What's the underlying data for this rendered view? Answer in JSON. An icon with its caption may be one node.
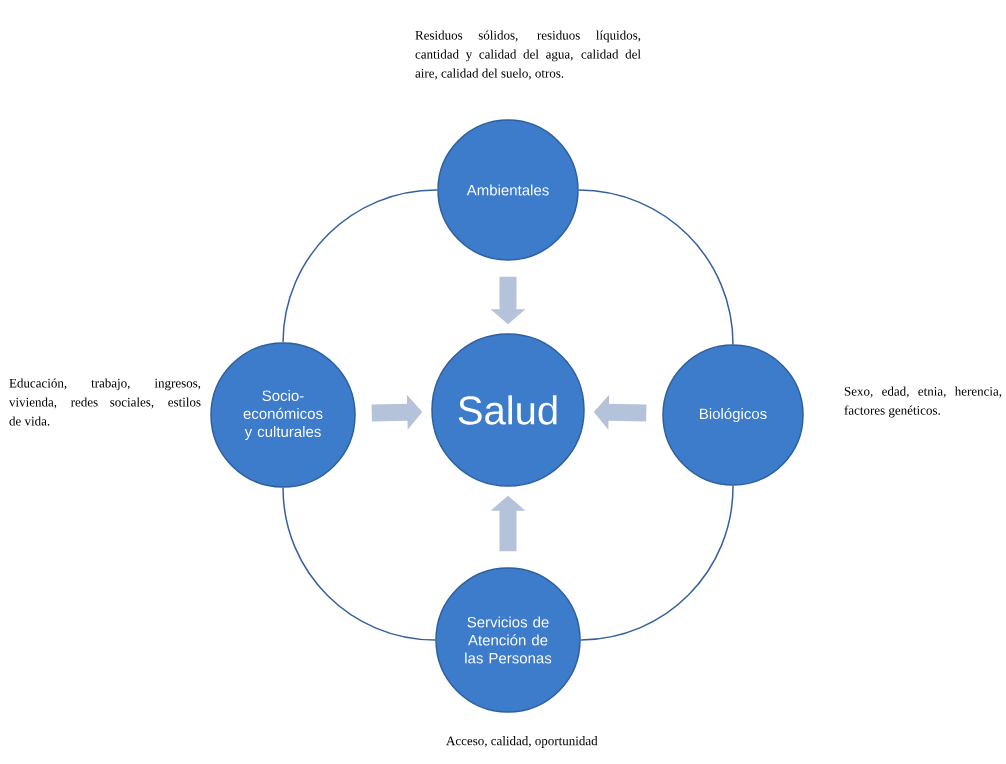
{
  "diagram": {
    "nodes": [
      {
        "text": [
          "Ambientales"
        ],
        "beside": [
          "Residuos sólidos, residuos líquidos, cantidad y calidad del agua, calidad del aire, calidad del suelo, otros."
        ]
      },
      {
        "text": [
          "Socio- económicos y culturales"
        ],
        "beside": [
          "Educación, trabajo, ingresos, vivienda, redes sociales, estilos de vida."
        ]
      },
      {
        "text": [
          "Salud"
        ]
      },
      {
        "text": [
          "Biológicos"
        ],
        "beside": [
          "Sexo, edad, etnia, herencia, factores genéticos."
        ]
      },
      {
        "text": [
          "Servicios de Atención de las Personas"
        ],
        "beside": [
          "Acceso, calidad, oportunidad"
        ]
      }
    ],
    "edges": [
      {
        "from": 0,
        "to": 3,
        "arrow": "none"
      },
      {
        "from": 3,
        "to": 4,
        "arrow": "none"
      },
      {
        "from": 4,
        "to": 1,
        "arrow": "none"
      },
      {
        "from": 1,
        "to": 0,
        "arrow": "none"
      },
      {
        "from": 0,
        "to": 2,
        "arrow": "to",
        "style": "thick",
        "color": "#b4c3d9"
      },
      {
        "from": 1,
        "to": 2,
        "arrow": "to",
        "style": "thick",
        "color": "#b4c3d9"
      },
      {
        "from": 3,
        "to": 2,
        "arrow": "to",
        "style": "thick",
        "color": "#b4c3d9"
      },
      {
        "from": 4,
        "to": 2,
        "arrow": "to",
        "style": "thick",
        "color": "#b4c3d9"
      }
    ]
  }
}
